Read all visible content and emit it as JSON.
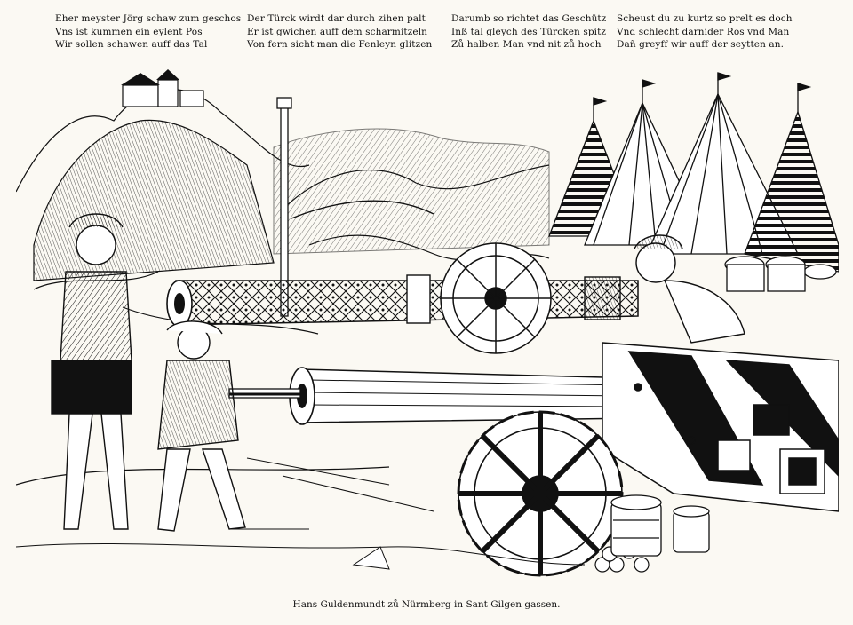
{
  "verses": [
    {
      "lines": [
        "Eher meyster Jörg schaw zum geschos",
        "Vns ist kummen ein eylent Pos",
        "Wir sollen schawen auff das Tal"
      ]
    },
    {
      "lines": [
        "Der Türck wirdt dar durch zihen palt",
        "Er ist gwichen auff dem scharmitzeln",
        "Von fern sicht man die Fenleyn glitzen"
      ]
    },
    {
      "lines": [
        "Darumb so richtet das Geschütz",
        "Inß tal gleych des Türcken spitz",
        "Zů halben Man vnd nit zů hoch"
      ]
    },
    {
      "lines": [
        "Scheust du zu kurtz so prelt es doch",
        "Vnd schlecht darnider Ros vnd Man",
        "Dañ greyff wir auff der seytten an."
      ]
    }
  ],
  "imprint": "Hans Guldenmundt zů Nürmberg in Sant Gilgen gassen.",
  "colors": {
    "paper": "#fbf9f3",
    "ink": "#111111"
  }
}
